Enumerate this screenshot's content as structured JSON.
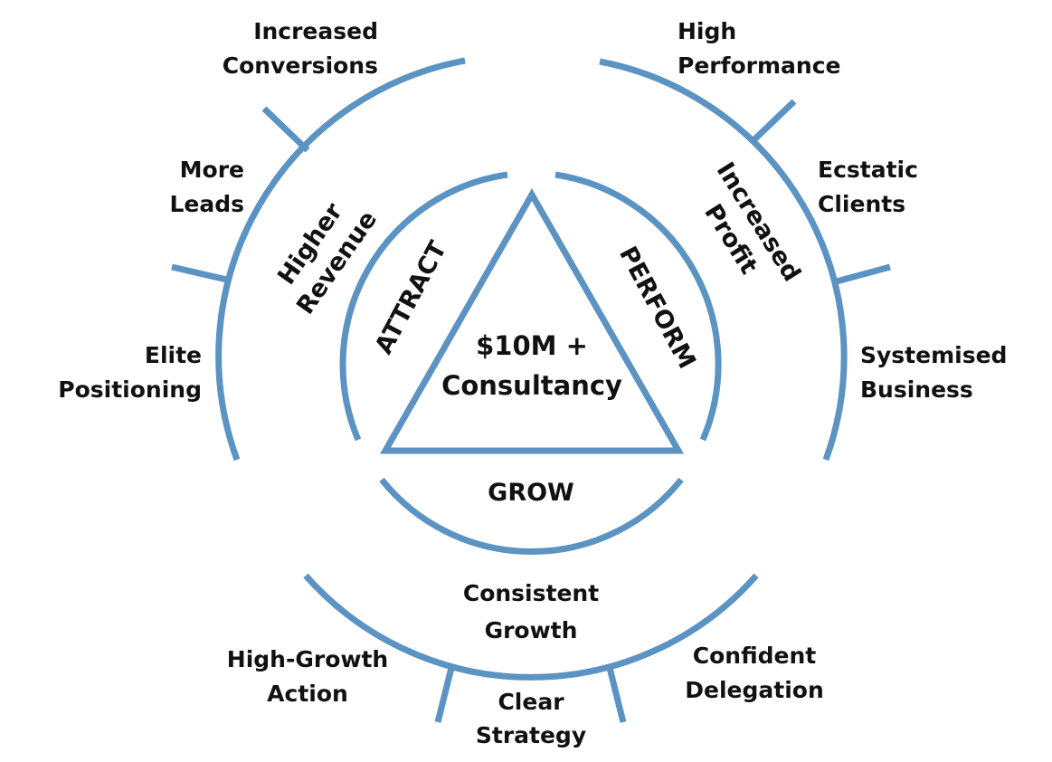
{
  "center": {
    "line1": "$10M +",
    "line2": "Consultancy"
  },
  "inner": {
    "attract": "ATTRACT",
    "perform": "PERFORM",
    "grow": "GROW"
  },
  "outer_segments": {
    "revenue": [
      "Higher",
      "Revenue"
    ],
    "profit": [
      "Increased",
      "Profit"
    ],
    "growth": [
      "Consistent",
      "Growth"
    ]
  },
  "outer_labels": {
    "increased_conversions": [
      "Increased",
      "Conversions"
    ],
    "more_leads": [
      "More",
      "Leads"
    ],
    "elite_positioning": [
      "Elite",
      "Positioning"
    ],
    "high_performance": [
      "High",
      "Performance"
    ],
    "ecstatic_clients": [
      "Ecstatic",
      "Clients"
    ],
    "systemised_business": [
      "Systemised",
      "Business"
    ],
    "high_growth_action": [
      "High-Growth",
      "Action"
    ],
    "clear_strategy": [
      "Clear",
      "Strategy"
    ],
    "confident_delegation": [
      "Confident",
      "Delegation"
    ]
  },
  "colors": {
    "stroke": "#5b93c3",
    "text": "#111111"
  }
}
